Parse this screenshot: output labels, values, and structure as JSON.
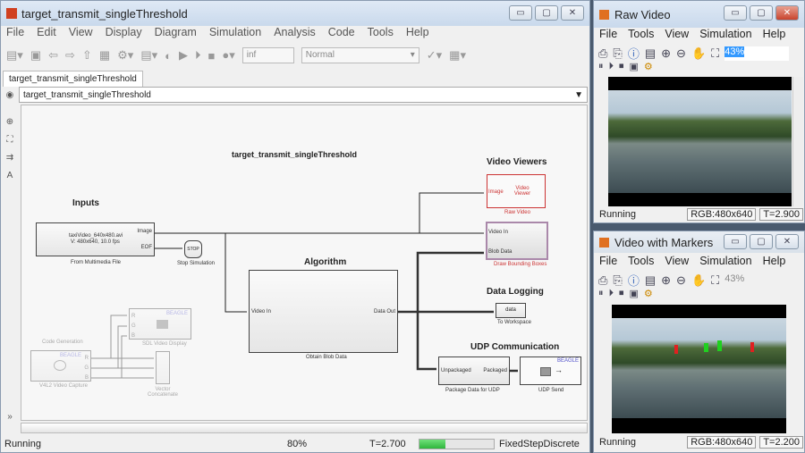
{
  "main_window": {
    "title": "target_transmit_singleThreshold",
    "menu": [
      "File",
      "Edit",
      "View",
      "Display",
      "Diagram",
      "Simulation",
      "Analysis",
      "Code",
      "Tools",
      "Help"
    ],
    "toolbar": {
      "stop_time": "inf",
      "sim_mode": "Normal"
    },
    "tab": "target_transmit_singleThreshold",
    "breadcrumb": "target_transmit_singleThreshold",
    "diagram": {
      "title": "target_transmit_singleThreshold",
      "sections": {
        "inputs": "Inputs",
        "algorithm": "Algorithm",
        "video_viewers": "Video Viewers",
        "data_logging": "Data Logging",
        "udp": "UDP Communication",
        "codegen": "Code Generation"
      },
      "from_file": {
        "line1": "taxiVideo_640x480.avi",
        "line2": "V: 480x640, 10.0 fps",
        "port_image": "Image",
        "port_eof": "EOF",
        "caption": "From Multimedia File"
      },
      "stop": {
        "text": "STOP",
        "caption": "Stop Simulation"
      },
      "obtain_blob": {
        "in": "Video In",
        "out": "Data Out",
        "caption": "Obtain Blob Data"
      },
      "raw_viewer": {
        "in": "Image",
        "text": "Video Viewer",
        "caption": "Raw Video"
      },
      "draw_boxes": {
        "in1": "Video In",
        "in2": "Blob Data",
        "caption": "Draw Bounding Boxes"
      },
      "to_workspace": {
        "text": "data",
        "caption": "To Workspace"
      },
      "package": {
        "in": "Unpackaged",
        "out": "Packaged",
        "caption": "Package Data for UDP"
      },
      "udp_send": {
        "badge": "BEAGLE",
        "caption": "UDP Send"
      },
      "sdl": {
        "badge": "BEAGLE",
        "ports": [
          "R",
          "G",
          "B"
        ],
        "caption": "SDL Video Display"
      },
      "v4l2": {
        "badge": "BEAGLE",
        "ports": [
          "R",
          "G",
          "B"
        ],
        "caption": "V4L2 Video Capture"
      },
      "concat": {
        "caption": "Vector Concatenate"
      }
    },
    "status": {
      "state": "Running",
      "zoom": "80%",
      "time": "T=2.700",
      "progress": 0.35,
      "solver": "FixedStepDiscrete"
    }
  },
  "raw_video": {
    "title": "Raw Video",
    "menu": [
      "File",
      "Tools",
      "View",
      "Simulation",
      "Help"
    ],
    "zoom": "43%",
    "status": "Running",
    "dims": "RGB:480x640",
    "time": "T=2.900"
  },
  "marker_video": {
    "title": "Video with Markers",
    "menu": [
      "File",
      "Tools",
      "View",
      "Simulation",
      "Help"
    ],
    "zoom": "43%",
    "status": "Running",
    "dims": "RGB:480x640",
    "time": "T=2.200"
  },
  "colors": {
    "accent_red": "#c8102e",
    "progress_green": "#3cc24a",
    "selection_blue": "#3399ff"
  }
}
